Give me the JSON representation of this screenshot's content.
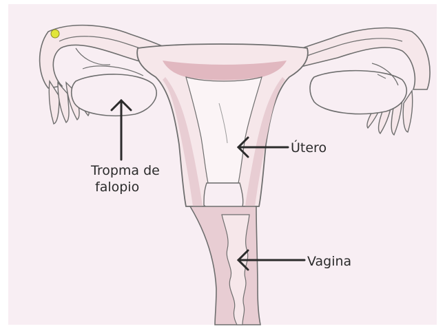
{
  "labels": {
    "fallopian_line1": "Tropma de",
    "fallopian_line2": "falopio",
    "uterus": "Útero",
    "vagina": "Vagina"
  },
  "colors": {
    "background": "#f8eef3",
    "tissue_light": "#f6e7ea",
    "tissue_mid": "#e8cdd3",
    "tissue_dark": "#d9a8b2",
    "outline": "#6e6e6e",
    "arrow": "#2b2b2b",
    "ovum": "#e1e53a"
  }
}
